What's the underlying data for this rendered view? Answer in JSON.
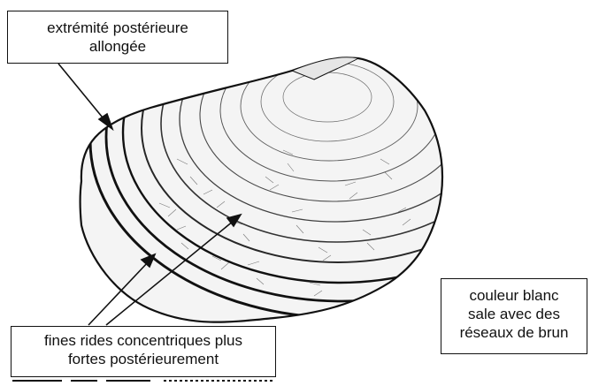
{
  "labels": {
    "posterior": {
      "line1": "extrémité postérieure",
      "line2": "allongée"
    },
    "color": {
      "line1": "couleur blanc",
      "line2": "sale avec des",
      "line3": "réseaux de brun"
    },
    "ridges": {
      "line1": "fines rides concentriques plus",
      "line2": "fortes postérieurement"
    }
  },
  "colors": {
    "ink": "#111111",
    "background": "#ffffff"
  }
}
